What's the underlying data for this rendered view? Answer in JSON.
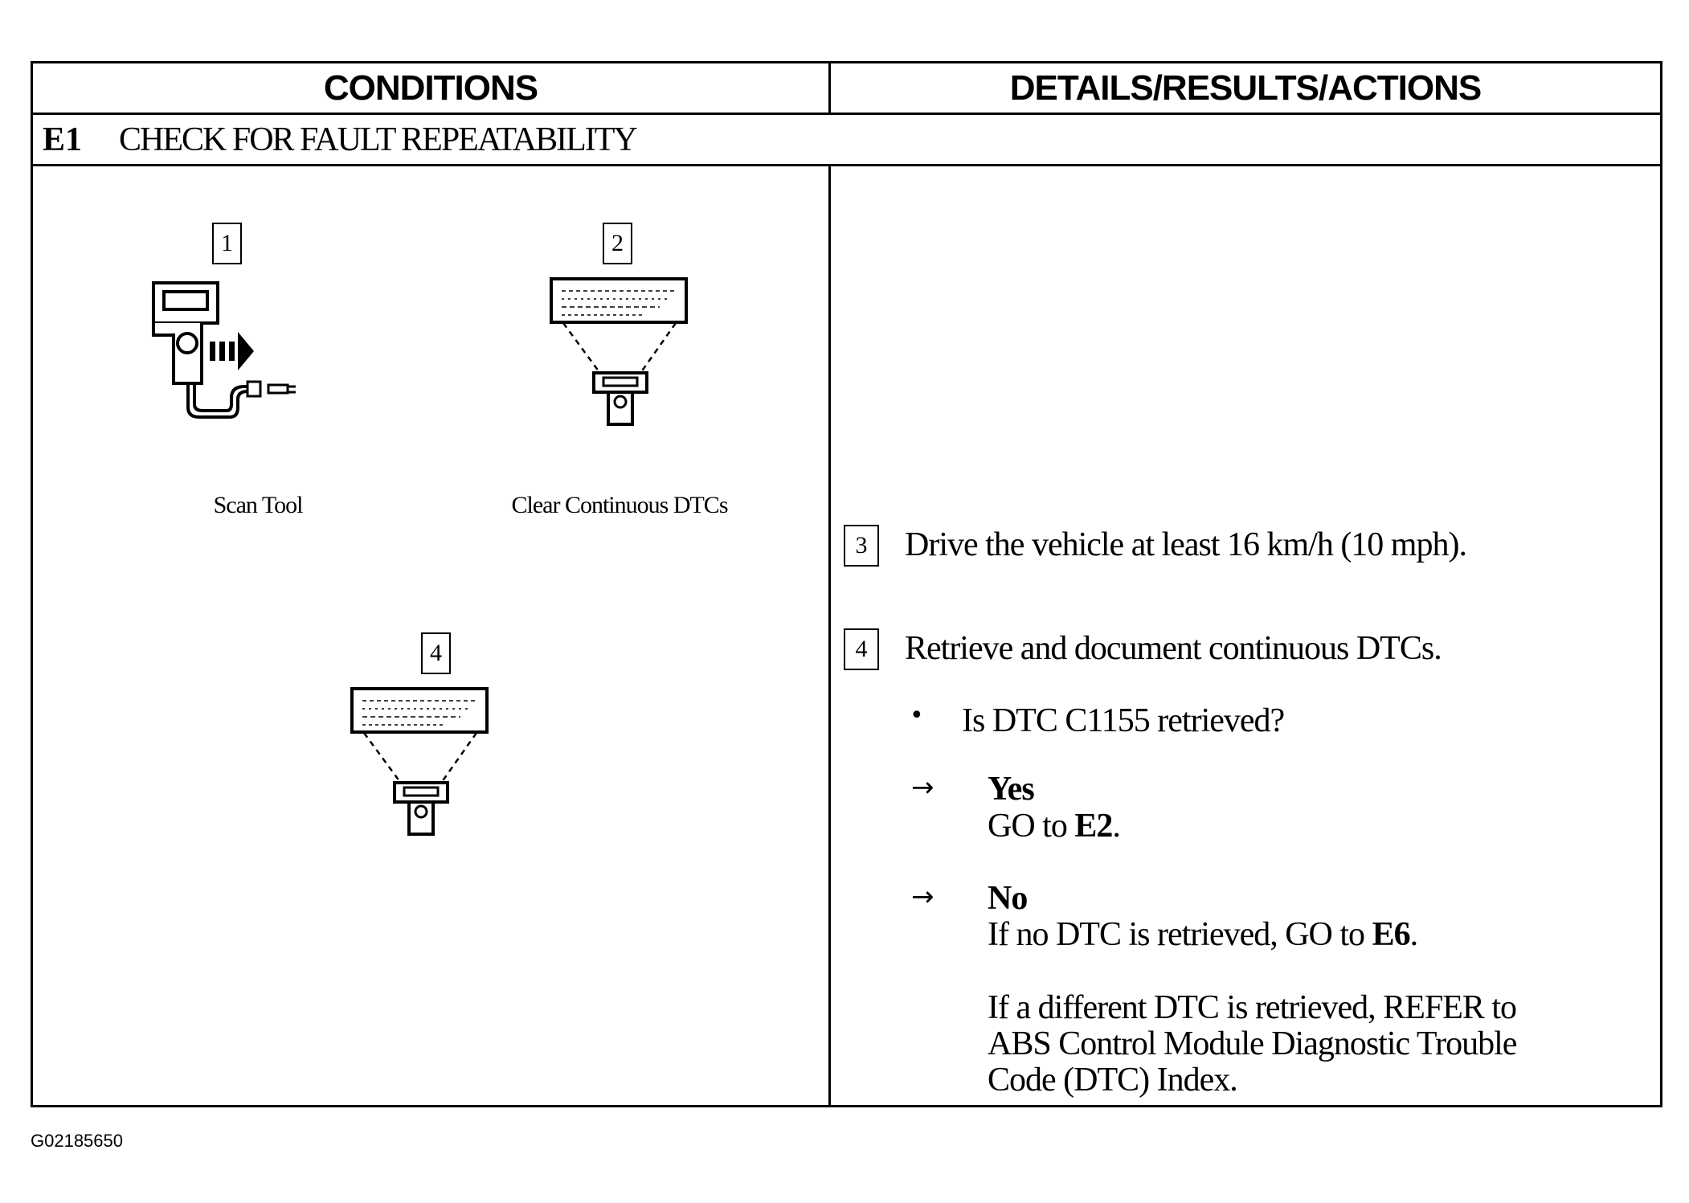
{
  "header": {
    "conditions": "CONDITIONS",
    "details": "DETAILS/RESULTS/ACTIONS"
  },
  "step": {
    "code": "E1",
    "title": "CHECK FOR FAULT REPEATABILITY"
  },
  "conditions": {
    "box1": "1",
    "box2": "2",
    "box4": "4",
    "caption1": "Scan Tool",
    "caption2": "Clear Continuous DTCs"
  },
  "actions": {
    "step3_num": "3",
    "step3_text": "Drive the vehicle at least 16 km/h (10 mph).",
    "step4_num": "4",
    "step4_text": "Retrieve and document continuous DTCs.",
    "bullet_glyph": "•",
    "question": "Is DTC C1155 retrieved?",
    "arrow_glyph": "→",
    "yes_label": "Yes",
    "yes_action_prefix": "GO to ",
    "yes_action_target": "E2",
    "yes_action_suffix": ".",
    "no_label": "No",
    "no_action_prefix": "If no DTC is retrieved, GO to ",
    "no_action_target": "E6",
    "no_action_suffix": ".",
    "refer_line1": "If a different DTC is retrieved, REFER to",
    "refer_line2": "ABS Control Module Diagnostic Trouble",
    "refer_line3": "Code (DTC) Index."
  },
  "footer": {
    "figure_id": "G02185650"
  }
}
